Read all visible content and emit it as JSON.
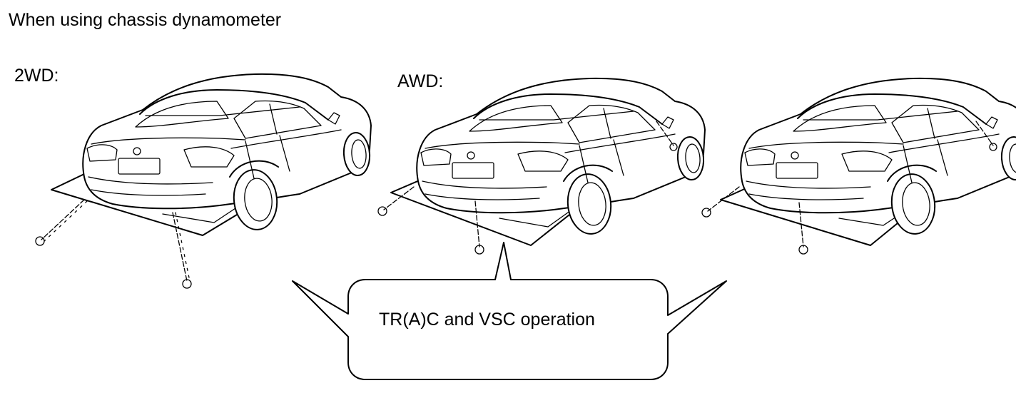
{
  "title": "When using chassis dynamometer",
  "labels": {
    "two_wd": "2WD:",
    "awd": "AWD:"
  },
  "callout": {
    "text": "TR(A)C and VSC operation"
  }
}
